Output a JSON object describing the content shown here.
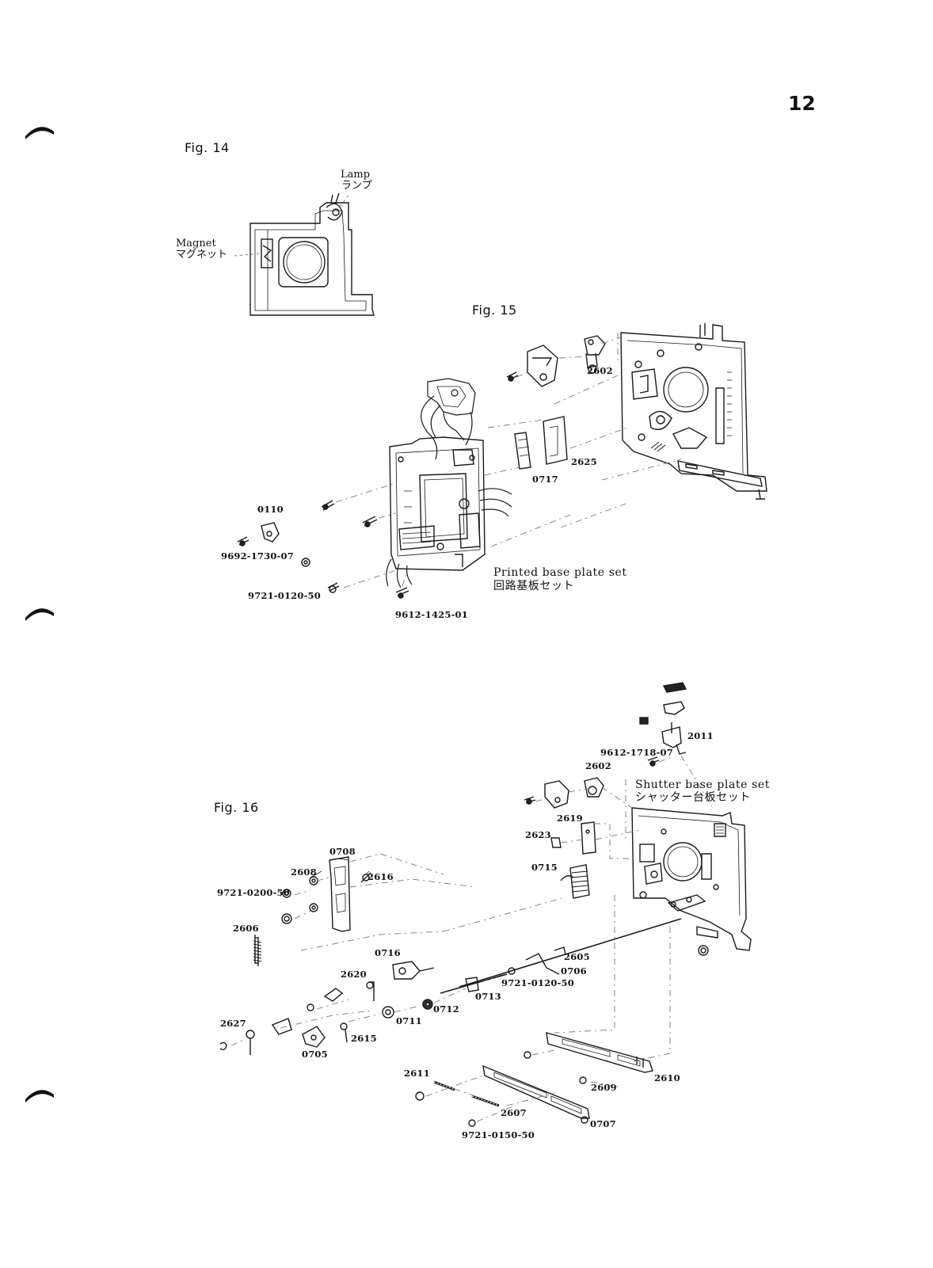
{
  "page_number": "12",
  "fig14": {
    "title": "Fig. 14",
    "lamp_en": "Lamp",
    "lamp_jp": "ランプ",
    "magnet_en": "Magnet",
    "magnet_jp": "マグネット"
  },
  "fig15": {
    "title": "Fig. 15",
    "parts": [
      "2602",
      "2625",
      "0717",
      "0110",
      "9692-1730-07",
      "9721-0120-50",
      "9612-1425-01"
    ],
    "caption_en": "Printed base plate set",
    "caption_jp": "回路基板セット"
  },
  "fig16": {
    "title": "Fig. 16",
    "parts": [
      "2011",
      "9612-1718-07",
      "2602",
      "2619",
      "2623",
      "0715",
      "0708",
      "2608",
      "2616",
      "9721-0200-50",
      "2606",
      "0716",
      "2620",
      "2605",
      "0706",
      "9721-0120-50",
      "0713",
      "0712",
      "0711",
      "2615",
      "2627",
      "0705",
      "2611",
      "2609",
      "2610",
      "2607",
      "0707",
      "9721-0150-50"
    ],
    "caption_en": "Shutter base plate set",
    "caption_jp": "シャッター台板セット"
  }
}
